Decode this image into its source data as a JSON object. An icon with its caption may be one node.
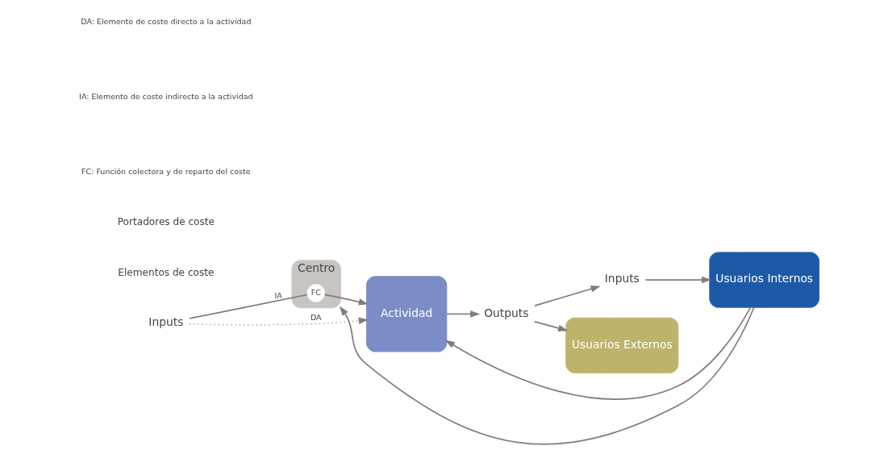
{
  "diagram": {
    "nodes": [
      {
        "text": [
          "Inputs"
        ]
      },
      {
        "text": [
          "Centro"
        ]
      },
      {
        "text": [
          "FC"
        ],
        "in": 1
      },
      {
        "text": [
          "Actividad"
        ]
      },
      {
        "text": [
          "Outputs"
        ]
      },
      {
        "text": [
          "Inputs"
        ]
      },
      {
        "text": [
          "Usuarios Internos"
        ]
      },
      {
        "text": [
          "Usuarios Externos"
        ]
      }
    ],
    "edges": [
      {
        "from": 0,
        "to": 3,
        "arrow": "to",
        "label": "DA",
        "style": "dashed"
      },
      {
        "from": 0,
        "to": 2,
        "arrow": "none",
        "label": "IA"
      },
      {
        "from": 2,
        "to": 3,
        "arrow": "to"
      },
      {
        "from": 3,
        "to": 4,
        "arrow": "to"
      },
      {
        "from": 4,
        "to": 5,
        "arrow": "to"
      },
      {
        "from": 5,
        "to": 6,
        "arrow": "to"
      },
      {
        "from": 4,
        "to": 7,
        "arrow": "to"
      },
      {
        "from": 6,
        "to": 1,
        "arrow": "to"
      },
      {
        "from": 6,
        "to": 3,
        "arrow": "to"
      }
    ],
    "labels": [
      "Elementos de coste",
      "Portadores de coste",
      "DA: Elemento de coste directo a la actividad",
      "IA: Elemento de coste indirecto a la actividad",
      "FC: Función colectora y de reparto del coste"
    ]
  }
}
